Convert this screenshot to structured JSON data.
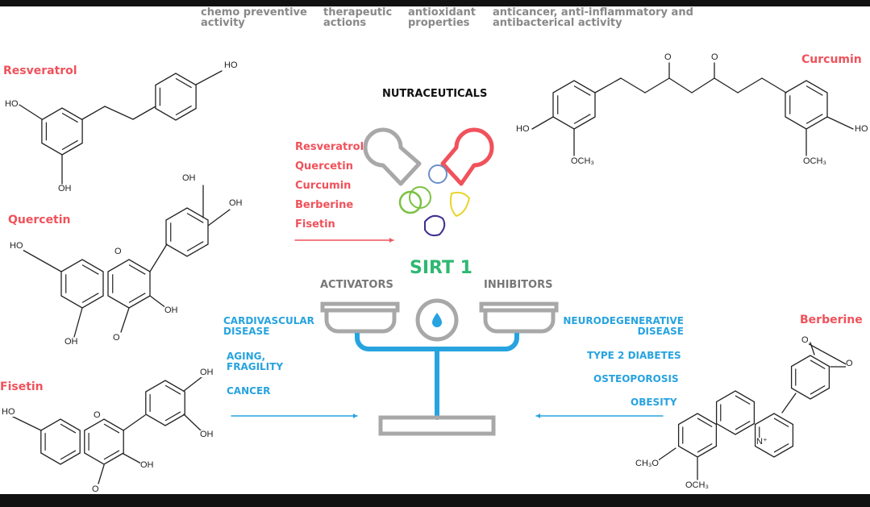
{
  "top_labels": [
    {
      "line1": "chemo preventive",
      "line2": "activity"
    },
    {
      "line1": "therapeutic",
      "line2": "actions"
    },
    {
      "line1": "antioxidant",
      "line2": "properties"
    },
    {
      "line1": "anticancer, anti-inflammatory and",
      "line2": "antibacterical activity"
    }
  ],
  "compounds": {
    "resveratrol": "Resveratrol",
    "quercetin": "Quercetin",
    "fisetin": "Fisetin",
    "curcumin": "Curcumin",
    "berberine": "Berberine"
  },
  "center": {
    "title": "NUTRACEUTICALS",
    "list": [
      "Resveratrol",
      "Quercetin",
      "Curcumin",
      "Berberine",
      "Fisetin"
    ],
    "sirt": "SIRT 1",
    "activators": "ACTIVATORS",
    "inhibitors": "INHIBITORS"
  },
  "activator_effects": {
    "a1": "CARDIVASCULAR",
    "a2": "DISEASE",
    "b1": "AGING,",
    "b2": "FRAGILITY",
    "c": "CANCER"
  },
  "inhibitor_effects": {
    "a1": "NEURODEGENERATIVE",
    "a2": "DISEASE",
    "b": "TYPE 2 DIABETES",
    "c": "OSTEOPOROSIS",
    "d": "OBESITY"
  },
  "atoms": {
    "HO": "HO",
    "OH": "OH",
    "O": "O",
    "OCH3": "OCH₃",
    "CH3O": "CH₃O",
    "N": "N⁺"
  },
  "colors": {
    "red": "#f0525b",
    "blue": "#27a3df",
    "green": "#2eb872",
    "gray": "#a8a8a8"
  }
}
